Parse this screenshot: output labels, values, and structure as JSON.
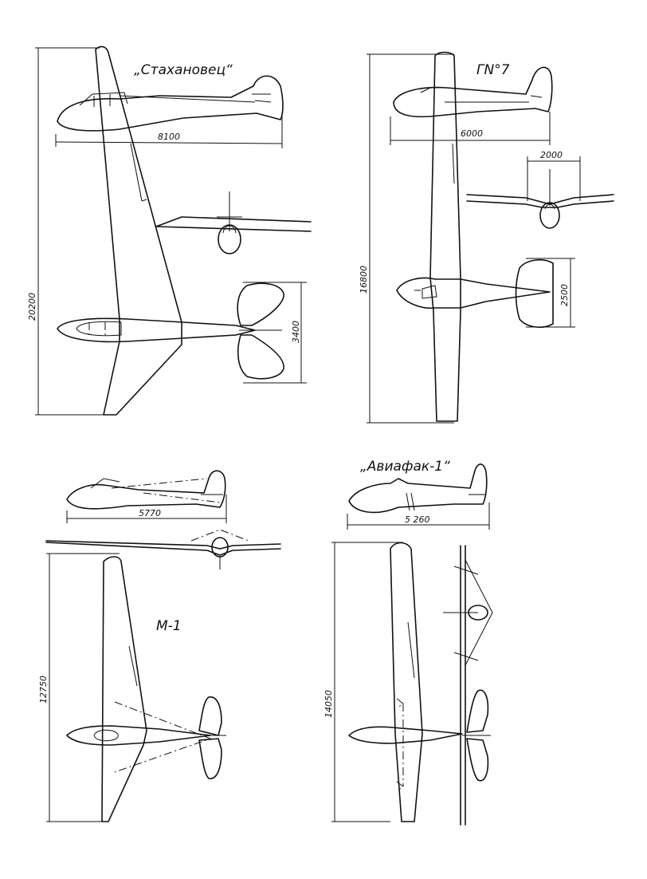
{
  "gliders": [
    {
      "name": "„Стахановец“",
      "length": "8100",
      "span": "20200",
      "tail_span": "3400"
    },
    {
      "name": "ГN°7",
      "length": "6000",
      "span": "16800",
      "fuselage_width": "2000",
      "tail_span": "2500"
    },
    {
      "name": "M-1",
      "length": "5770",
      "span": "12750"
    },
    {
      "name": "„Авиафак-1“",
      "length": "5 260",
      "span": "14050"
    }
  ]
}
